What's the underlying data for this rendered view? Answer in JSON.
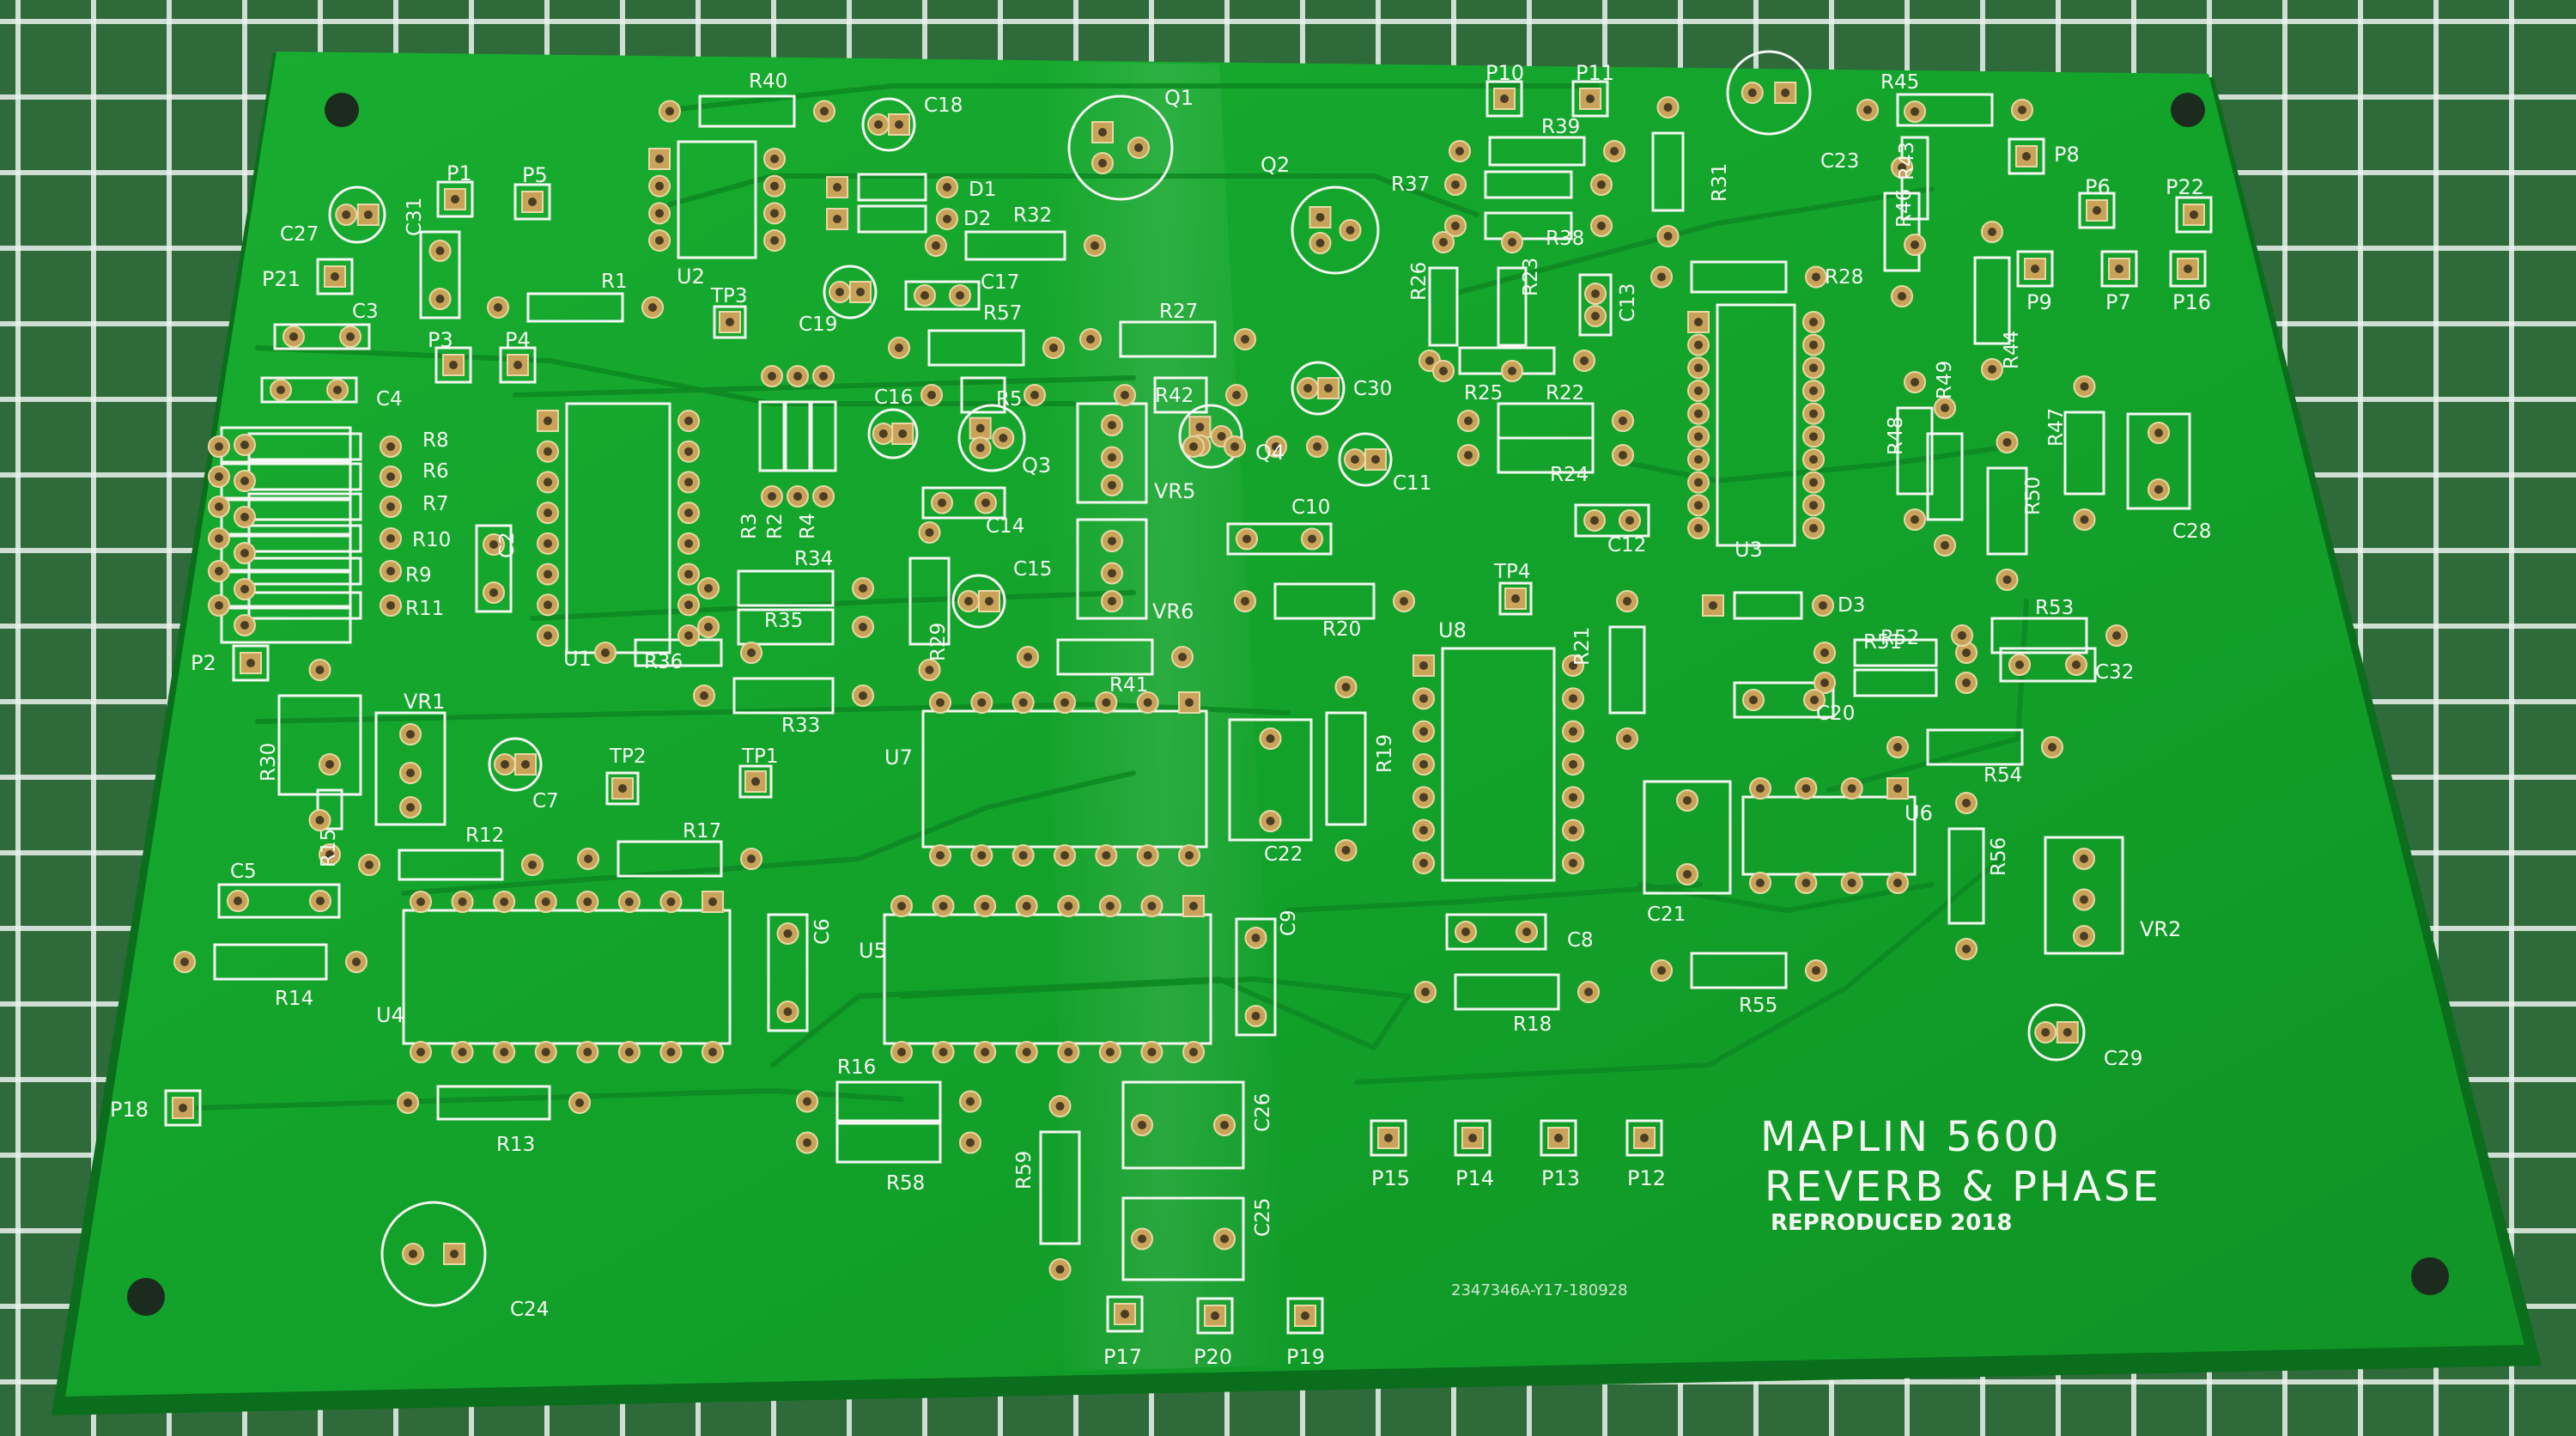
{
  "photo": {
    "description_free": true,
    "colors": {
      "mat": "#2f6a3a",
      "mat_grid": "#e8efe8",
      "board": "#12a32a",
      "board_edge": "#0b7a1e",
      "trace": "#0d8a22",
      "silk": "#f4f7f2",
      "pad": "#c9a35a",
      "pad_hole": "#4a3d24"
    }
  },
  "pcb": {
    "title_line1": "MAPLIN 5600",
    "title_line2": "REVERB & PHASE",
    "title_line3": "REPRODUCED 2018",
    "order_code": "2347346A-Y17-180928",
    "ics": [
      {
        "ref": "U1"
      },
      {
        "ref": "U2"
      },
      {
        "ref": "U3"
      },
      {
        "ref": "U4"
      },
      {
        "ref": "U5"
      },
      {
        "ref": "U6"
      },
      {
        "ref": "U7"
      },
      {
        "ref": "U8"
      }
    ],
    "transistors": [
      {
        "ref": "Q1"
      },
      {
        "ref": "Q2"
      },
      {
        "ref": "Q3"
      },
      {
        "ref": "Q4"
      }
    ],
    "trimmers": [
      {
        "ref": "VR1"
      },
      {
        "ref": "VR2"
      },
      {
        "ref": "VR5"
      },
      {
        "ref": "VR6"
      }
    ],
    "resistors": [
      {
        "ref": "R1"
      },
      {
        "ref": "R2"
      },
      {
        "ref": "R3"
      },
      {
        "ref": "R4"
      },
      {
        "ref": "R5"
      },
      {
        "ref": "R6"
      },
      {
        "ref": "R7"
      },
      {
        "ref": "R8"
      },
      {
        "ref": "R9"
      },
      {
        "ref": "R10"
      },
      {
        "ref": "R11"
      },
      {
        "ref": "R12"
      },
      {
        "ref": "R13"
      },
      {
        "ref": "R14"
      },
      {
        "ref": "R15"
      },
      {
        "ref": "R16"
      },
      {
        "ref": "R17"
      },
      {
        "ref": "R18"
      },
      {
        "ref": "R19"
      },
      {
        "ref": "R20"
      },
      {
        "ref": "R21"
      },
      {
        "ref": "R22"
      },
      {
        "ref": "R23"
      },
      {
        "ref": "R24"
      },
      {
        "ref": "R25"
      },
      {
        "ref": "R26"
      },
      {
        "ref": "R27"
      },
      {
        "ref": "R28"
      },
      {
        "ref": "R29"
      },
      {
        "ref": "R30"
      },
      {
        "ref": "R31"
      },
      {
        "ref": "R32"
      },
      {
        "ref": "R33"
      },
      {
        "ref": "R34"
      },
      {
        "ref": "R35"
      },
      {
        "ref": "R36"
      },
      {
        "ref": "R37"
      },
      {
        "ref": "R38"
      },
      {
        "ref": "R39"
      },
      {
        "ref": "R40"
      },
      {
        "ref": "R41"
      },
      {
        "ref": "R42"
      },
      {
        "ref": "R43"
      },
      {
        "ref": "R44"
      },
      {
        "ref": "R45"
      },
      {
        "ref": "R46"
      },
      {
        "ref": "R47"
      },
      {
        "ref": "R48"
      },
      {
        "ref": "R49"
      },
      {
        "ref": "R50"
      },
      {
        "ref": "R51"
      },
      {
        "ref": "R52"
      },
      {
        "ref": "R53"
      },
      {
        "ref": "R54"
      },
      {
        "ref": "R55"
      },
      {
        "ref": "R56"
      },
      {
        "ref": "R57"
      },
      {
        "ref": "R58"
      },
      {
        "ref": "R59"
      }
    ],
    "capacitors": [
      {
        "ref": "C2"
      },
      {
        "ref": "C3"
      },
      {
        "ref": "C4"
      },
      {
        "ref": "C5"
      },
      {
        "ref": "C6"
      },
      {
        "ref": "C7"
      },
      {
        "ref": "C8"
      },
      {
        "ref": "C9"
      },
      {
        "ref": "C10"
      },
      {
        "ref": "C11"
      },
      {
        "ref": "C12"
      },
      {
        "ref": "C13"
      },
      {
        "ref": "C14"
      },
      {
        "ref": "C15"
      },
      {
        "ref": "C16"
      },
      {
        "ref": "C17"
      },
      {
        "ref": "C18"
      },
      {
        "ref": "C19"
      },
      {
        "ref": "C20"
      },
      {
        "ref": "C21"
      },
      {
        "ref": "C22"
      },
      {
        "ref": "C23"
      },
      {
        "ref": "C24"
      },
      {
        "ref": "C25"
      },
      {
        "ref": "C26"
      },
      {
        "ref": "C27"
      },
      {
        "ref": "C28"
      },
      {
        "ref": "C29"
      },
      {
        "ref": "C30"
      },
      {
        "ref": "C31"
      },
      {
        "ref": "C32"
      }
    ],
    "diodes": [
      {
        "ref": "D1"
      },
      {
        "ref": "D2"
      },
      {
        "ref": "D3"
      }
    ],
    "test_points": [
      {
        "ref": "TP1"
      },
      {
        "ref": "TP2"
      },
      {
        "ref": "TP3"
      },
      {
        "ref": "TP4"
      }
    ],
    "pads": [
      {
        "ref": "P1"
      },
      {
        "ref": "P2"
      },
      {
        "ref": "P3"
      },
      {
        "ref": "P4"
      },
      {
        "ref": "P5"
      },
      {
        "ref": "P6"
      },
      {
        "ref": "P7"
      },
      {
        "ref": "P8"
      },
      {
        "ref": "P9"
      },
      {
        "ref": "P10"
      },
      {
        "ref": "P11"
      },
      {
        "ref": "P12"
      },
      {
        "ref": "P13"
      },
      {
        "ref": "P14"
      },
      {
        "ref": "P15"
      },
      {
        "ref": "P16"
      },
      {
        "ref": "P17"
      },
      {
        "ref": "P18"
      },
      {
        "ref": "P19"
      },
      {
        "ref": "P20"
      },
      {
        "ref": "P21"
      },
      {
        "ref": "P22"
      }
    ]
  }
}
